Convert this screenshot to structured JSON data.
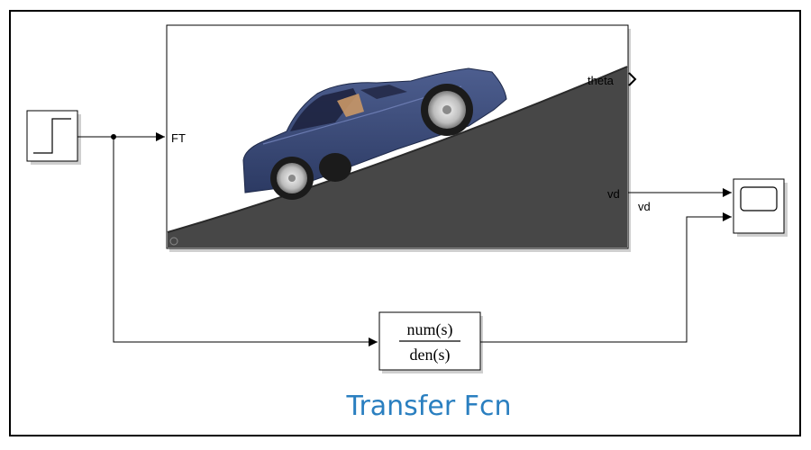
{
  "subsystem": {
    "input_port_label": "FT",
    "output_theta_label": "theta",
    "output_vd_label": "vd"
  },
  "signal_label_vd": "vd",
  "transfer_fcn": {
    "numerator": "num(s)",
    "denominator": "den(s)",
    "caption": "Transfer Fcn"
  },
  "colors": {
    "caption": "#2a7fc0",
    "car_body": "#3a4a78",
    "ground": "#474747",
    "frame": "#000000",
    "block_shadow": "#c8c8c8"
  },
  "icons": {
    "step_block": "step-icon",
    "scope_block": "scope-icon",
    "vehicle_scene": "car-icon"
  }
}
